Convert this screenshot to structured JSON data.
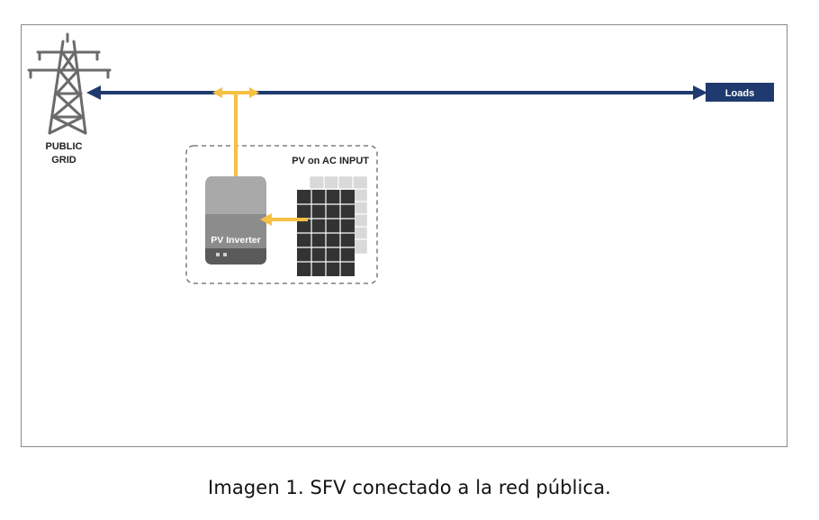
{
  "diagram": {
    "grid_label_line1": "PUBLIC",
    "grid_label_line2": "GRID",
    "loads_label": "Loads",
    "group_label": "PV on AC INPUT",
    "inverter_label": "PV Inverter"
  },
  "caption": "Imagen 1. SFV conectado a la red pública.",
  "colors": {
    "bus_line": "#1f3a6e",
    "loads_box": "#1f3a6e",
    "power_flow": "#f6c043",
    "tower": "#6b6b6b",
    "inverter_body": "#8c8c8c",
    "inverter_top": "#a9a9a9",
    "inverter_bottom": "#5a5a5a",
    "panel_front": "#333333",
    "panel_back": "#cfcfcf"
  }
}
